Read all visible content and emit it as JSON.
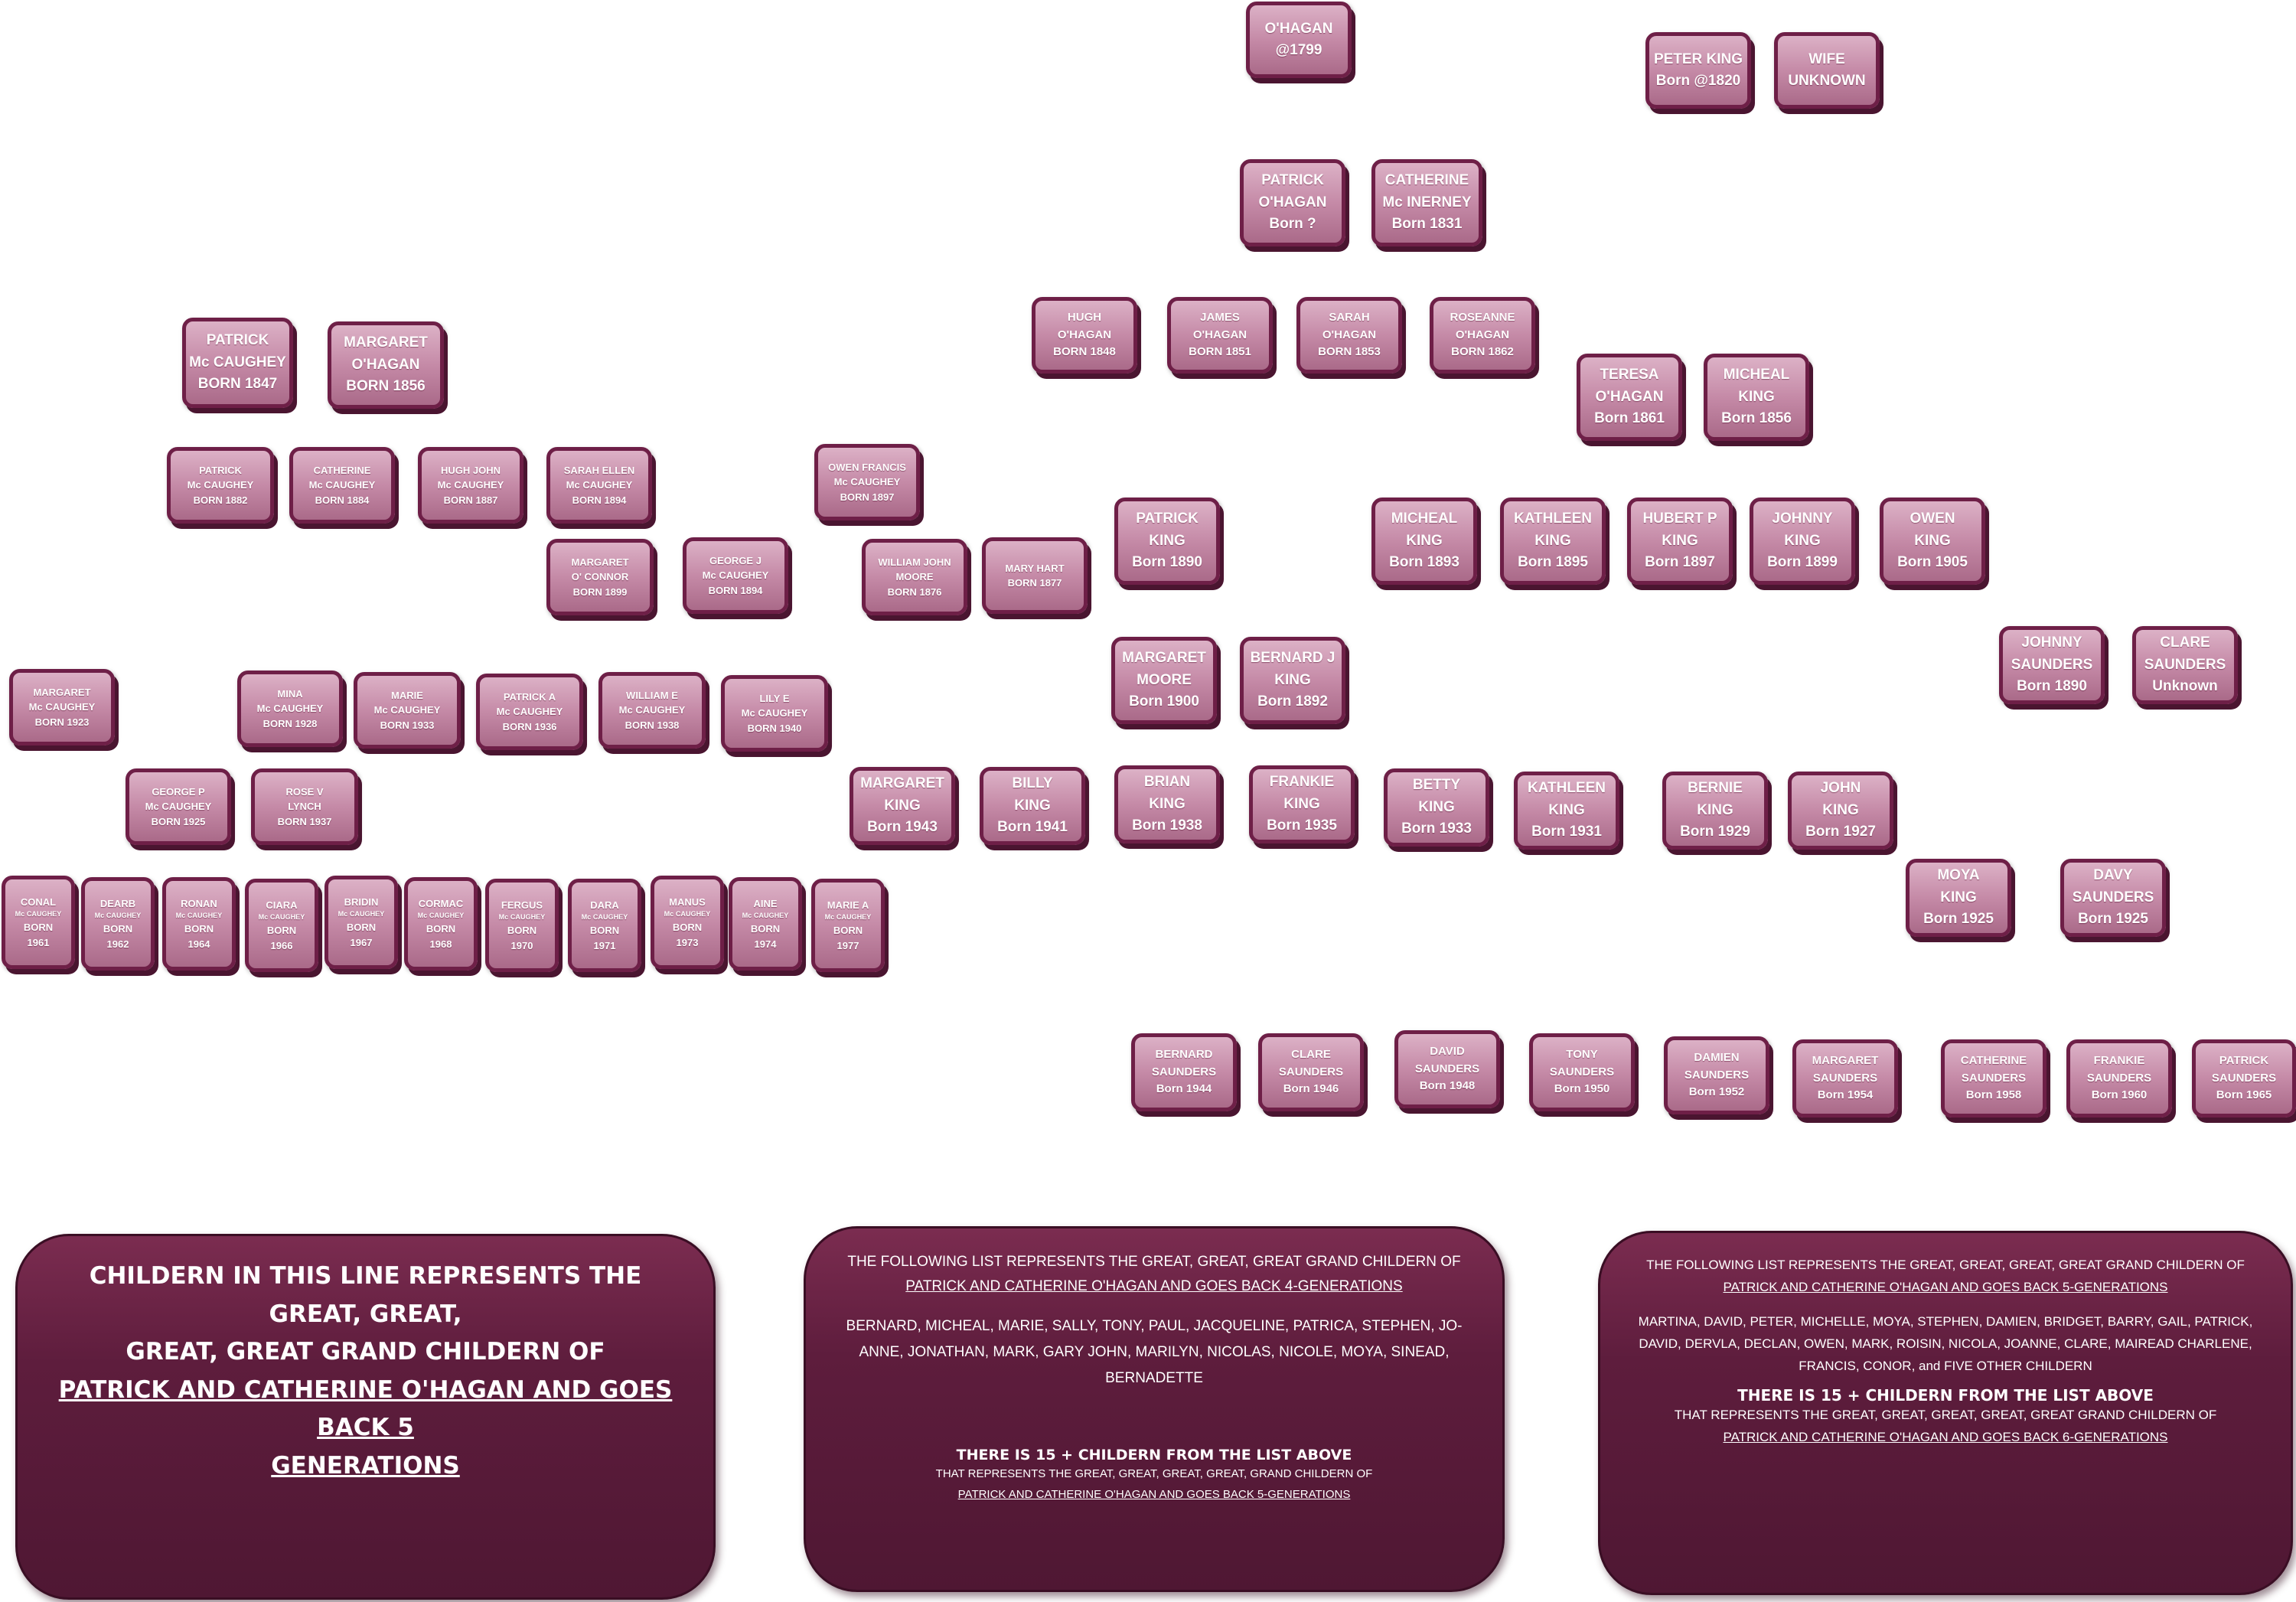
{
  "nodes": {
    "ohagan_1799": [
      "O'HAGAN",
      "@1799"
    ],
    "peter_king": [
      "PETER KING",
      "Born @1820"
    ],
    "wife_unknown": [
      "WIFE",
      "UNKNOWN"
    ],
    "patrick_ohagan": [
      "PATRICK",
      "O'HAGAN",
      "Born  ?"
    ],
    "catherine_mcinerney": [
      "CATHERINE",
      "Mc INERNEY",
      "Born 1831"
    ],
    "hugh_ohagan": [
      "HUGH",
      "O'HAGAN",
      "BORN 1848"
    ],
    "james_ohagan": [
      "JAMES",
      "O'HAGAN",
      "BORN 1851"
    ],
    "sarah_ohagan": [
      "SARAH",
      "O'HAGAN",
      "BORN 1853"
    ],
    "roseanne_ohagan": [
      "ROSEANNE",
      "O'HAGAN",
      "BORN 1862"
    ],
    "teresa_ohagan": [
      "TERESA",
      "O'HAGAN",
      "Born 1861"
    ],
    "micheal_king_1856": [
      "MICHEAL",
      "KING",
      "Born 1856"
    ],
    "patrick_mccaughey_1847": [
      "PATRICK",
      "Mc CAUGHEY",
      "BORN 1847"
    ],
    "margaret_ohagan_1856": [
      "MARGARET",
      "O'HAGAN",
      "BORN 1856"
    ],
    "patrick_mccaughey_1882": [
      "PATRICK",
      "Mc CAUGHEY",
      "BORN 1882"
    ],
    "catherine_mccaughey_1884": [
      "CATHERINE",
      "Mc CAUGHEY",
      "BORN 1884"
    ],
    "hugh_john_mccaughey": [
      "HUGH JOHN",
      "Mc CAUGHEY",
      "BORN 1887"
    ],
    "sarah_ellen_mccaughey": [
      "SARAH ELLEN",
      "Mc CAUGHEY",
      "BORN 1894"
    ],
    "owen_francis_mccaughey": [
      "OWEN FRANCIS",
      "Mc CAUGHEY",
      "BORN 1897"
    ],
    "margaret_oconnor": [
      "MARGARET",
      "O' CONNOR",
      "BORN 1899"
    ],
    "george_j_mccaughey": [
      "GEORGE J",
      "Mc CAUGHEY",
      "BORN 1894"
    ],
    "william_john_moore": [
      "WILLIAM JOHN",
      "MOORE",
      "BORN 1876"
    ],
    "mary_hart": [
      "MARY HART",
      "BORN 1877"
    ],
    "patrick_king_1890": [
      "PATRICK",
      "KING",
      "Born 1890"
    ],
    "micheal_king_1893": [
      "MICHEAL",
      "KING",
      "Born 1893"
    ],
    "kathleen_king_1895": [
      "KATHLEEN",
      "KING",
      "Born 1895"
    ],
    "hubert_p_king": [
      "HUBERT P",
      "KING",
      "Born 1897"
    ],
    "johnny_king_1899": [
      "JOHNNY",
      "KING",
      "Born 1899"
    ],
    "owen_king_1905": [
      "OWEN",
      "KING",
      "Born 1905"
    ],
    "margaret_moore_1900": [
      "MARGARET",
      "MOORE",
      "Born 1900"
    ],
    "bernard_j_king": [
      "BERNARD J",
      "KING",
      "Born 1892"
    ],
    "johnny_saunders_1890": [
      "JOHNNY",
      "SAUNDERS",
      "Born 1890"
    ],
    "clare_saunders_unknown": [
      "CLARE",
      "SAUNDERS",
      "Unknown"
    ],
    "margaret_mccaughey_1923": [
      "MARGARET",
      "Mc CAUGHEY",
      "BORN 1923"
    ],
    "mina_mccaughey": [
      "MINA",
      "Mc CAUGHEY",
      "BORN 1928"
    ],
    "marie_mccaughey": [
      "MARIE",
      "Mc CAUGHEY",
      "BORN 1933"
    ],
    "patrick_a_mccaughey": [
      "PATRICK A",
      "Mc CAUGHEY",
      "BORN 1936"
    ],
    "william_e_mccaughey": [
      "WILLIAM E",
      "Mc CAUGHEY",
      "BORN 1938"
    ],
    "lily_e_mccaughey": [
      "LILY E",
      "Mc CAUGHEY",
      "BORN 1940"
    ],
    "george_p_mccaughey": [
      "GEORGE P",
      "Mc CAUGHEY",
      "BORN 1925"
    ],
    "rose_v_lynch": [
      "ROSE V",
      "LYNCH",
      "BORN 1937"
    ],
    "margaret_king_1943": [
      "MARGARET",
      "KING",
      "Born 1943"
    ],
    "billy_king_1941": [
      "BILLY",
      "KING",
      "Born 1941"
    ],
    "brian_king_1938": [
      "BRIAN",
      "KING",
      "Born 1938"
    ],
    "frankie_king_1935": [
      "FRANKIE",
      "KING",
      "Born 1935"
    ],
    "betty_king_1933": [
      "BETTY",
      "KING",
      "Born 1933"
    ],
    "kathleen_king_1931": [
      "KATHLEEN",
      "KING",
      "Born 1931"
    ],
    "bernie_king_1929": [
      "BERNIE",
      "KING",
      "Born 1929"
    ],
    "john_king_1927": [
      "JOHN",
      "KING",
      "Born 1927"
    ],
    "moya_king_1925": [
      "MOYA",
      "KING",
      "Born 1925"
    ],
    "davy_saunders_1925": [
      "DAVY",
      "SAUNDERS",
      "Born 1925"
    ],
    "conal_mccaughey": [
      "CONAL",
      "Mc CAUGHEY",
      "BORN",
      "1961"
    ],
    "dearb_mccaughey": [
      "DEARB",
      "Mc CAUGHEY",
      "BORN",
      "1962"
    ],
    "ronan_mccaughey": [
      "RONAN",
      "Mc CAUGHEY",
      "BORN",
      "1964"
    ],
    "ciara_mccaughey": [
      "CIARA",
      "Mc CAUGHEY",
      "BORN",
      "1966"
    ],
    "bridin_mccaughey": [
      "BRIDIN",
      "Mc CAUGHEY",
      "BORN",
      "1967"
    ],
    "cormac_mccaughey": [
      "CORMAC",
      "Mc CAUGHEY",
      "BORN",
      "1968"
    ],
    "fergus_mccaughey": [
      "FERGUS",
      "Mc CAUGHEY",
      "BORN",
      "1970"
    ],
    "dara_mccaughey": [
      "DARA",
      "Mc CAUGHEY",
      "BORN",
      "1971"
    ],
    "manus_mccaughey": [
      "MANUS",
      "Mc CAUGHEY",
      "BORN",
      "1973"
    ],
    "aine_mccaughey": [
      "AINE",
      "Mc CAUGHEY",
      "BORN",
      "1974"
    ],
    "marie_a_mccaughey": [
      "MARIE A",
      "Mc CAUGHEY",
      "BORN",
      "1977"
    ],
    "bernard_saunders_1944": [
      "BERNARD",
      "SAUNDERS",
      "Born 1944"
    ],
    "clare_saunders_1946": [
      "CLARE",
      "SAUNDERS",
      "Born 1946"
    ],
    "david_saunders_1948": [
      "DAVID",
      "SAUNDERS",
      "Born 1948"
    ],
    "tony_saunders_1950": [
      "TONY",
      "SAUNDERS",
      "Born 1950"
    ],
    "damien_saunders_1952": [
      "DAMIEN",
      "SAUNDERS",
      "Born 1952"
    ],
    "margaret_saunders_1954": [
      "MARGARET",
      "SAUNDERS",
      "Born 1954"
    ],
    "catherine_saunders_1958": [
      "CATHERINE",
      "SAUNDERS",
      "Born 1958"
    ],
    "frankie_saunders_1960": [
      "FRANKIE",
      "SAUNDERS",
      "Born 1960"
    ],
    "patrick_saunders_1965": [
      "PATRICK",
      "SAUNDERS",
      "Born 1965"
    ]
  },
  "notes": {
    "left": {
      "line1": "CHILDERN IN THIS LINE REPRESENTS THE GREAT, GREAT,",
      "line2": "GREAT, GREAT GRAND CHILDERN OF",
      "line3": "PATRICK AND CATHERINE O'HAGAN AND GOES BACK 5",
      "line4": "GENERATIONS"
    },
    "middle": {
      "intro": "THE FOLLOWING LIST REPRESENTS THE GREAT, GREAT, GREAT GRAND CHILDERN OF",
      "intro_underlined": "PATRICK AND CATHERINE O'HAGAN AND GOES BACK 4-GENERATIONS",
      "names": "BERNARD, MICHEAL, MARIE, SALLY, TONY, PAUL, JACQUELINE, PATRICA, STEPHEN, JO-ANNE, JONATHAN, MARK, GARY JOHN, MARILYN, NICOLAS, NICOLE, MOYA, SINEAD, BERNADETTE",
      "heading": "THERE IS 15 + CHILDERN FROM THE LIST ABOVE",
      "outro": "THAT REPRESENTS THE GREAT, GREAT, GREAT, GREAT, GRAND CHILDERN OF",
      "outro_underlined": "PATRICK AND CATHERINE O'HAGAN AND GOES BACK 5-GENERATIONS"
    },
    "right": {
      "intro": "THE FOLLOWING LIST REPRESENTS THE GREAT, GREAT, GREAT, GREAT GRAND CHILDERN OF",
      "intro_underlined": "PATRICK AND CATHERINE O'HAGAN AND GOES BACK 5-GENERATIONS",
      "names": "MARTINA, DAVID, PETER, MICHELLE, MOYA, STEPHEN, DAMIEN, BRIDGET, BARRY, GAIL, PATRICK, DAVID, DERVLA, DECLAN, OWEN, MARK,  ROISIN, NICOLA, JOANNE, CLARE, MAIREAD CHARLENE, FRANCIS, CONOR, and FIVE OTHER CHILDERN",
      "heading": "THERE IS 15 + CHILDERN FROM THE LIST ABOVE",
      "outro": "THAT REPRESENTS THE GREAT, GREAT, GREAT, GREAT, GREAT GRAND CHILDERN OF",
      "outro_underlined": "PATRICK AND CATHERINE O'HAGAN AND GOES BACK 6-GENERATIONS"
    }
  }
}
